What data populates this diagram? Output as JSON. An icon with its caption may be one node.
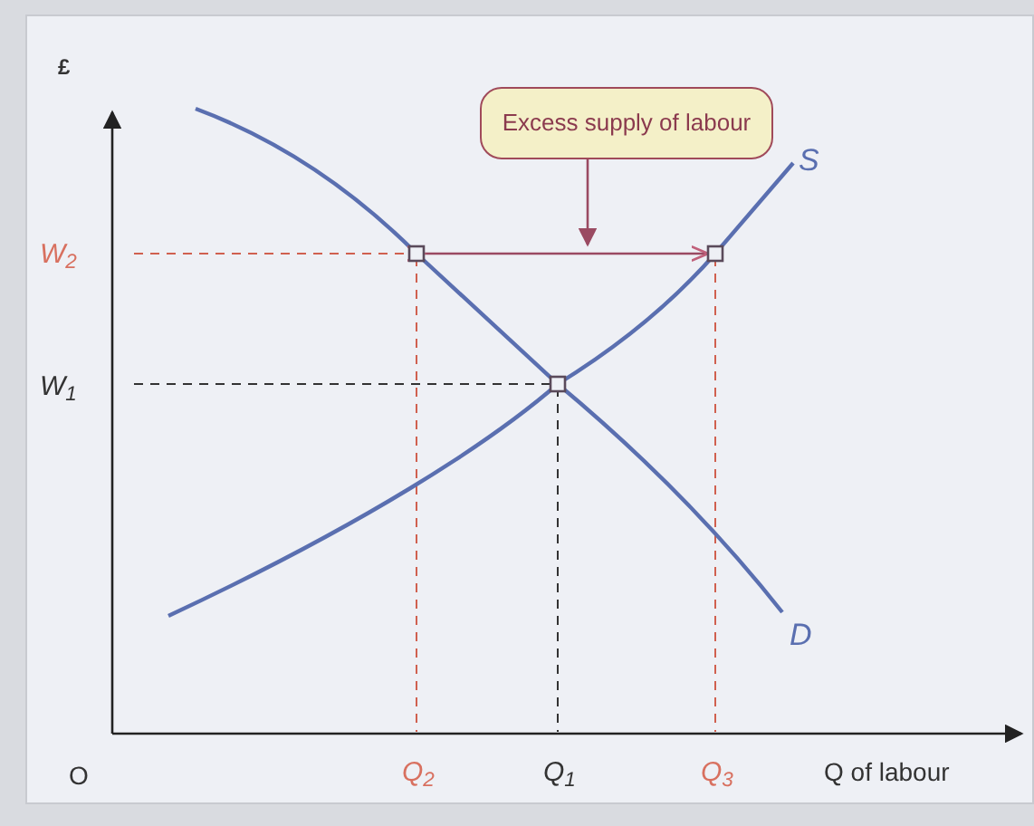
{
  "diagram": {
    "nodes": [
      {
        "text": [
          "Excess supply of labour"
        ]
      },
      {
        "text": [],
        "shape": "bar"
      }
    ],
    "edges": [
      {
        "from": 0,
        "to": 1,
        "arrow": "to"
      }
    ],
    "labels": [
      "£",
      "S",
      "W$_{2}$",
      "W$_{1}$",
      "D",
      "O",
      "Q$_{2}$",
      "Q$_{1}$",
      "Q$_{3}$",
      "Q of labour"
    ]
  }
}
